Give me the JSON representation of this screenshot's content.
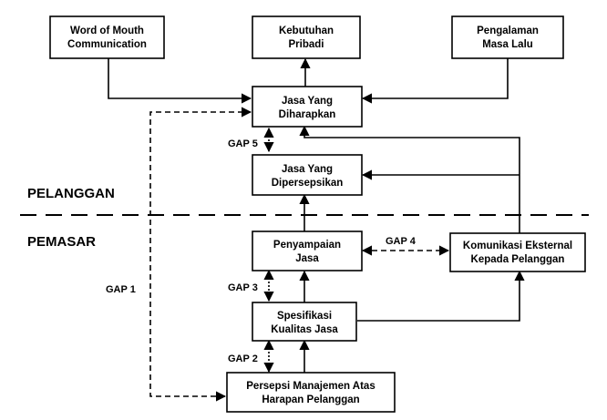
{
  "zones": {
    "customer": "PELANGGAN",
    "marketer": "PEMASAR"
  },
  "boxes": {
    "word_of_mouth": [
      "Word of Mouth",
      "Communication"
    ],
    "personal_needs": [
      "Kebutuhan",
      "Pribadi"
    ],
    "past_experience": [
      "Pengalaman",
      "Masa Lalu"
    ],
    "expected_service": [
      "Jasa Yang",
      "Diharapkan"
    ],
    "perceived_service": [
      "Jasa Yang",
      "Dipersepsikan"
    ],
    "service_delivery": [
      "Penyampaian",
      "Jasa"
    ],
    "external_communication": [
      "Komunikasi Eksternal",
      "Kepada Pelanggan"
    ],
    "service_specification": [
      "Spesifikasi",
      "Kualitas Jasa"
    ],
    "management_perception": [
      "Persepsi Manajemen Atas",
      "Harapan Pelanggan"
    ]
  },
  "gaps": {
    "gap1": "GAP 1",
    "gap2": "GAP 2",
    "gap3": "GAP 3",
    "gap4": "GAP 4",
    "gap5": "GAP 5"
  }
}
